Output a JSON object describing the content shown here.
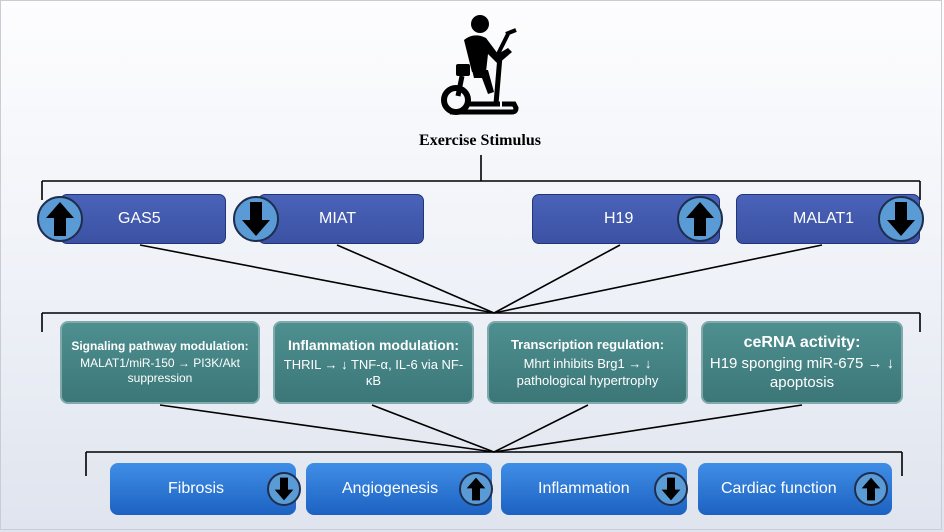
{
  "title": "Exercise Stimulus",
  "genes": [
    {
      "name": "GAS5",
      "direction": "up",
      "icon": "arrow-up-icon"
    },
    {
      "name": "MIAT",
      "direction": "down",
      "icon": "arrow-down-icon"
    },
    {
      "name": "H19",
      "direction": "up",
      "icon": "arrow-up-icon"
    },
    {
      "name": "MALAT1",
      "direction": "down",
      "icon": "arrow-down-icon"
    }
  ],
  "mechanisms": [
    {
      "heading": "Signaling pathway modulation:",
      "body": "MALAT1/miR-150 → PI3K/Akt suppression"
    },
    {
      "heading": "Inflammation modulation:",
      "body": "THRIL → ↓ TNF-α, IL-6 via NF-κB"
    },
    {
      "heading": "Transcription regulation:",
      "body": "Mhrt inhibits Brg1 → ↓ pathological hypertrophy"
    },
    {
      "heading": "ceRNA activity:",
      "body": "H19 sponging miR-675 → ↓ apoptosis"
    }
  ],
  "outcomes": [
    {
      "name": "Fibrosis",
      "direction": "down",
      "icon": "arrow-down-icon"
    },
    {
      "name": "Angiogenesis",
      "direction": "up",
      "icon": "arrow-up-icon"
    },
    {
      "name": "Inflammation",
      "direction": "down",
      "icon": "arrow-down-icon"
    },
    {
      "name": "Cardiac function",
      "direction": "up",
      "icon": "arrow-up-icon"
    }
  ],
  "colors": {
    "gene_box": "#3b52a4",
    "mechanism_box": "#3c7778",
    "outcome_box": "#1d62c2",
    "arrow_circle": "#5b9bd5"
  }
}
